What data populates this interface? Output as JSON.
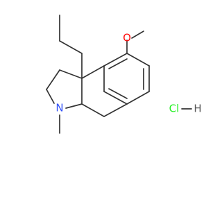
{
  "molecule": {
    "atoms": {
      "oxygen": "O",
      "nitrogen": "N",
      "chlorine": "Cl",
      "hydrogen": "H"
    }
  },
  "colors": {
    "bond": "#333333",
    "oxygen": "#ff0d0d",
    "nitrogen": "#3050f8",
    "chlorine": "#1ff01f",
    "hydrogen": "#555555",
    "background": "#ffffff"
  }
}
